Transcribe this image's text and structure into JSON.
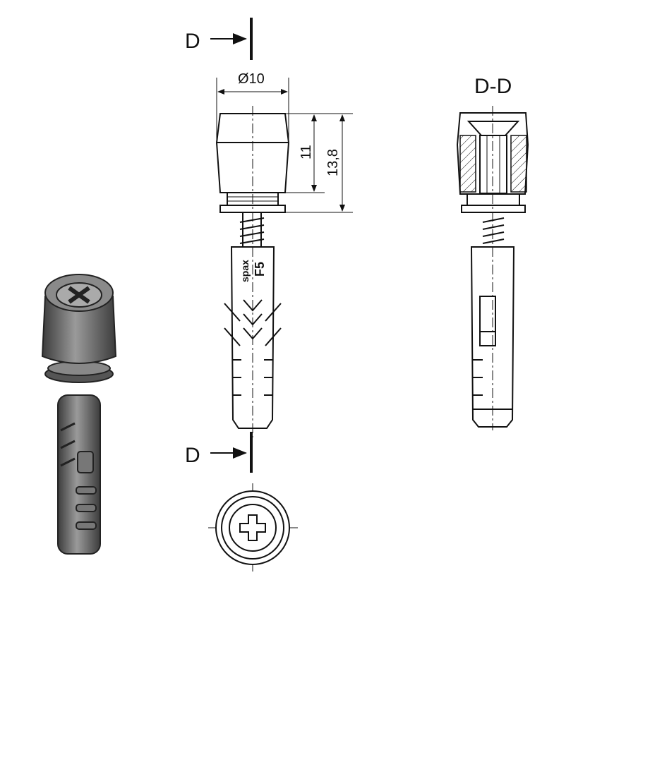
{
  "drawing": {
    "section_marker_top": "D",
    "section_marker_bottom": "D",
    "section_title": "D-D",
    "dim_diameter": "Ø10",
    "dim_height_cap": "11",
    "dim_height_total": "13,8",
    "dowel_brand": "spax",
    "dowel_size": "F5"
  },
  "colors": {
    "line": "#111111",
    "render_dark": "#5a5a5a",
    "render_light": "#9a9a9a"
  }
}
